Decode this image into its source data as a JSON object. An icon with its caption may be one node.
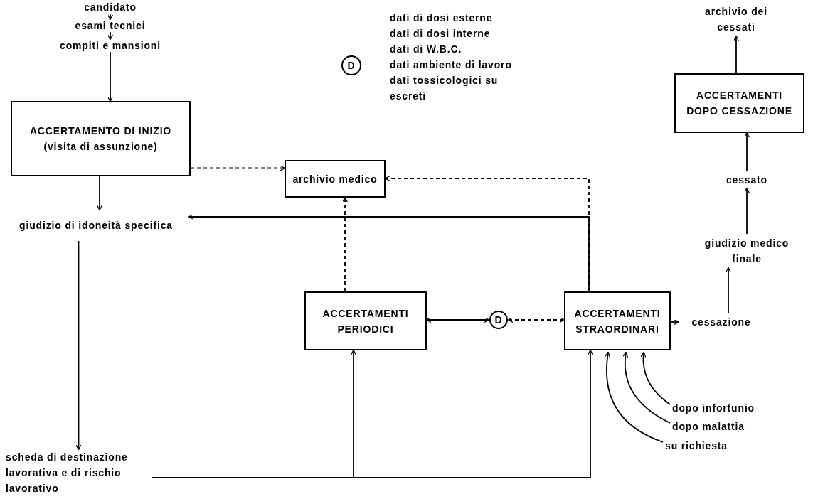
{
  "diagram": {
    "nodes": [
      {
        "text": [
          "candidato"
        ]
      },
      {
        "text": [
          "esami tecnici"
        ]
      },
      {
        "text": [
          "compiti e mansioni"
        ]
      },
      {
        "text": [
          "ACCERTAMENTO DI INIZIO",
          "(visita di assunzione)"
        ]
      },
      {
        "text": [
          "giudizio di idoneità specifica"
        ]
      },
      {
        "text": [
          "scheda di destinazione lavorativa e di rischio lavorativo"
        ]
      },
      {
        "text": [
          "archivio medico"
        ]
      },
      {
        "text": [
          "D"
        ],
        "beside": [
          "dati di dosi esterne",
          "dati di dosi interne",
          "dati di W.B.C.",
          "dati ambiente di lavoro",
          "dati tossicologici su escreti"
        ]
      },
      {
        "text": [
          "ACCERTAMENTI PERIODICI"
        ]
      },
      {
        "text": [
          "D"
        ]
      },
      {
        "text": [
          "ACCERTAMENTI STRAORDINARI"
        ]
      },
      {
        "text": [
          "cessazione"
        ]
      },
      {
        "text": [
          "giudizio medico finale"
        ]
      },
      {
        "text": [
          "cessato"
        ]
      },
      {
        "text": [
          "ACCERTAMENTI DOPO CESSAZIONE"
        ]
      },
      {
        "text": [
          "archivio dei cessati"
        ]
      },
      {
        "text": [
          "dopo infortunio"
        ]
      },
      {
        "text": [
          "dopo malattia"
        ]
      },
      {
        "text": [
          "su richiesta"
        ]
      }
    ],
    "edges": [
      {
        "from": 0,
        "to": 1,
        "arrow": "to"
      },
      {
        "from": 1,
        "to": 2,
        "arrow": "to"
      },
      {
        "from": 2,
        "to": 3,
        "arrow": "to"
      },
      {
        "from": 3,
        "to": 4,
        "arrow": "to"
      },
      {
        "from": 3,
        "to": 6,
        "arrow": "to",
        "style": "dashed"
      },
      {
        "from": 8,
        "to": 6,
        "arrow": "to",
        "style": "dashed"
      },
      {
        "from": 10,
        "to": 6,
        "arrow": "to",
        "style": "dashed"
      },
      {
        "from": 10,
        "to": 4,
        "arrow": "to"
      },
      {
        "from": 4,
        "to": 5,
        "arrow": "to"
      },
      {
        "from": 5,
        "to": 8,
        "arrow": "to"
      },
      {
        "from": 5,
        "to": 10,
        "arrow": "to"
      },
      {
        "from": 8,
        "to": 9,
        "arrow": "both"
      },
      {
        "from": 9,
        "to": 10,
        "arrow": "both",
        "style": "dashed"
      },
      {
        "from": 10,
        "to": 11,
        "arrow": "to"
      },
      {
        "from": 11,
        "to": 12,
        "arrow": "to"
      },
      {
        "from": 12,
        "to": 13,
        "arrow": "to"
      },
      {
        "from": 13,
        "to": 14,
        "arrow": "to"
      },
      {
        "from": 14,
        "to": 15,
        "arrow": "to"
      },
      {
        "from": 16,
        "to": 10,
        "arrow": "to"
      },
      {
        "from": 17,
        "to": 10,
        "arrow": "to"
      },
      {
        "from": 18,
        "to": 10,
        "arrow": "to"
      }
    ]
  }
}
